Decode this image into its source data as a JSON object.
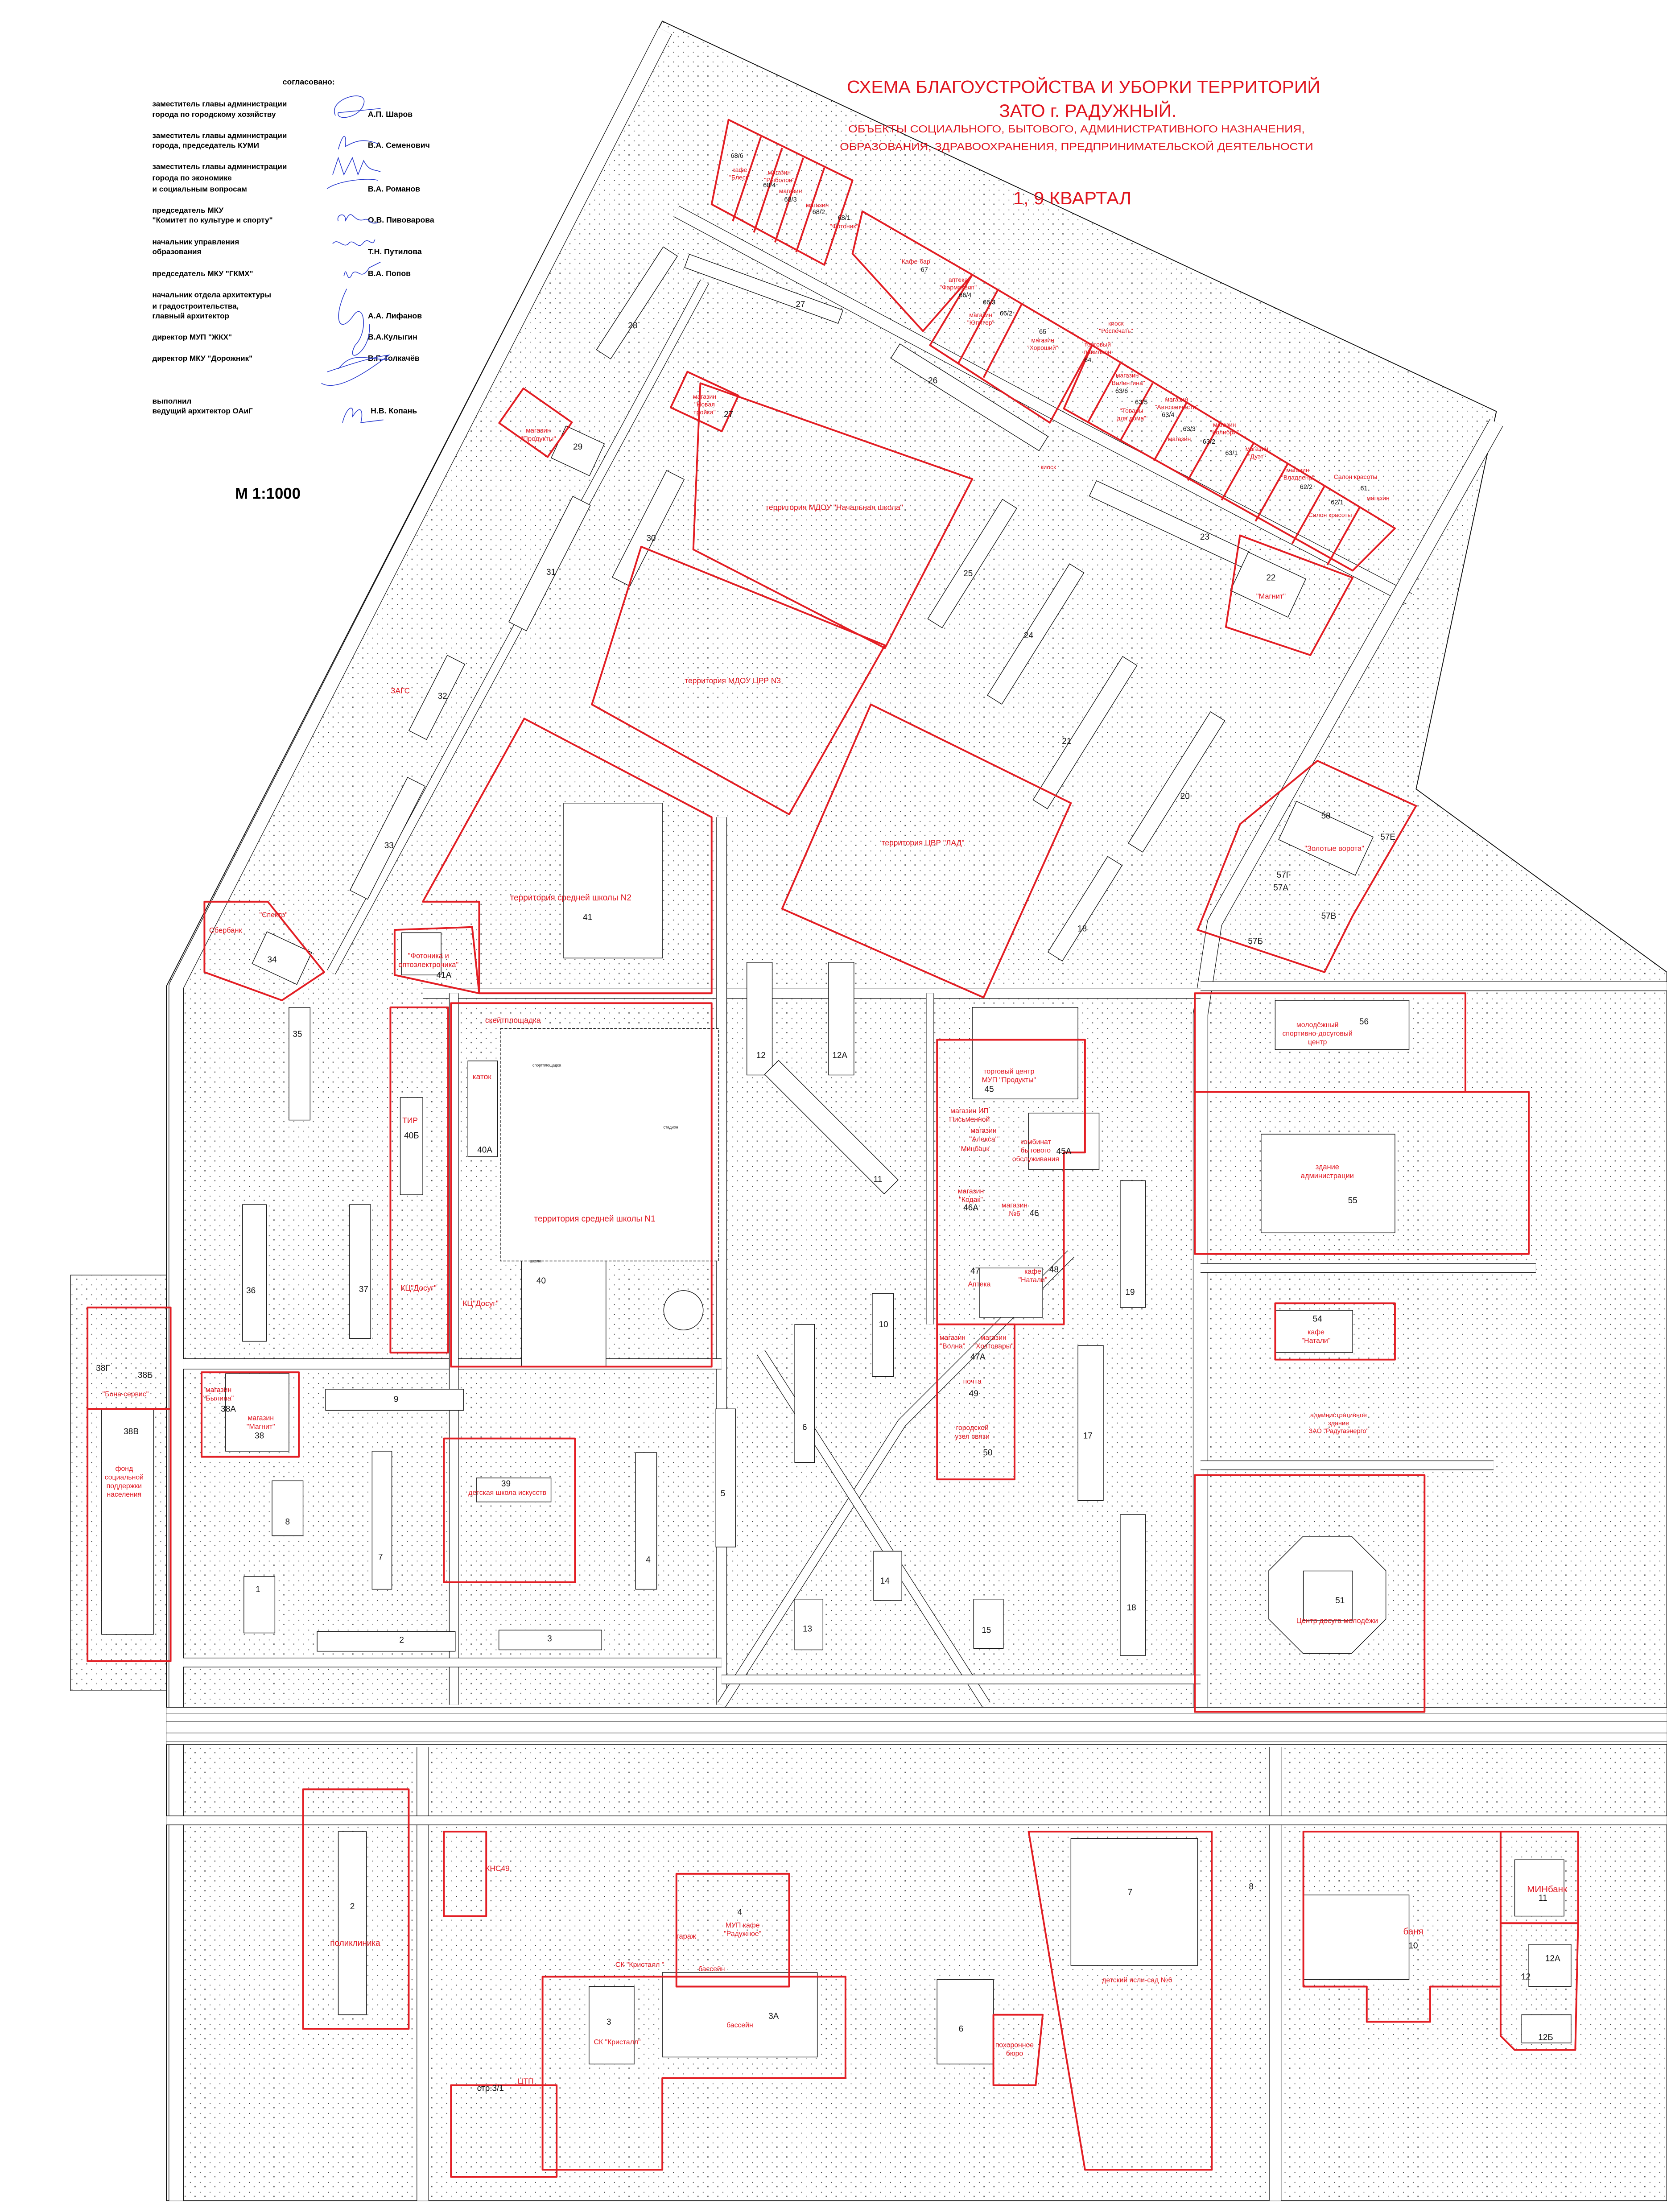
{
  "title": {
    "line1": "СХЕМА  БЛАГОУСТРОЙСТВА И УБОРКИ ТЕРРИТОРИЙ",
    "line2": "ЗАТО г. РАДУЖНЫЙ.",
    "line3": "ОБЪЕКТЫ СОЦИАЛЬНОГО,  БЫТОВОГО, АДМИНИСТРАТИВНОГО НАЗНАЧЕНИЯ,",
    "line4": "ОБРАЗОВАНИЯ, ЗДРАВООХРАНЕНИЯ, ПРЕДПРИНИМАТЕЛЬСКОЙ ДЕЯТЕЛЬНОСТИ",
    "quarter": "1, 9  КВАРТАЛ"
  },
  "approval": {
    "heading": "согласовано:",
    "signatories": [
      {
        "position": [
          "заместитель главы администрации",
          "города по городскому хозяйству"
        ],
        "name": "А.П. Шаров"
      },
      {
        "position": [
          "заместитель главы администрации",
          "города, председатель КУМИ"
        ],
        "name": "В.А. Семенович"
      },
      {
        "position": [
          "заместитель главы администрации",
          "города по экономике",
          "и социальным вопросам"
        ],
        "name": "В.А. Романов"
      },
      {
        "position": [
          "председатель МКУ",
          "\"Комитет по культуре и спорту\""
        ],
        "name": "О.В. Пивоварова"
      },
      {
        "position": [
          "начальник управления",
          "образования"
        ],
        "name": "Т.Н. Путилова"
      },
      {
        "position": [
          "председатель МКУ \"ГКМХ\""
        ],
        "name": "В.А. Попов"
      },
      {
        "position": [
          "начальник отдела архитектуры",
          "и градостроительства,",
          "главный архитектор"
        ],
        "name": "А.А. Лифанов"
      },
      {
        "position": [
          "директор МУП \"ЖКХ\""
        ],
        "name": "В.А.Кулыгин"
      },
      {
        "position": [
          "директор МКУ \"Дорожник\""
        ],
        "name": "В.Г. Толкачёв"
      }
    ],
    "executed": {
      "position": [
        "выполнил",
        "ведущий архитектор ОАиГ"
      ],
      "name": "Н.В. Копань"
    }
  },
  "scale": "М 1:1000",
  "colors": {
    "boundary": "#e31e24",
    "label": "#e0141e",
    "signature": "#2a3ccf",
    "linework": "#111111"
  },
  "map": {
    "labels": [
      {
        "lines": [
          "территория МДОУ \"Начальная школа\""
        ]
      },
      {
        "lines": [
          "территория МДОУ ЦРР N3"
        ]
      },
      {
        "lines": [
          "территория ЦВР \"ЛАД\""
        ]
      },
      {
        "lines": [
          "территория средней школы N2"
        ]
      },
      {
        "lines": [
          "территория средней школы N1"
        ]
      },
      {
        "lines": [
          "детская школа искусств"
        ]
      },
      {
        "lines": [
          "Центр досуга молодёжи"
        ]
      },
      {
        "lines": [
          "молодёжный",
          "спортивно-досуговый",
          "центр"
        ]
      },
      {
        "lines": [
          "здание",
          "администрации"
        ]
      },
      {
        "lines": [
          "кафе",
          "\"Натали\""
        ]
      },
      {
        "lines": [
          "административное",
          "здание",
          "ЗАО \"Радугаэнерго\""
        ]
      },
      {
        "lines": [
          "торговый центр",
          "МУП \"Продукты\""
        ]
      },
      {
        "lines": [
          "магазин ИП",
          "Письменной"
        ]
      },
      {
        "lines": [
          "магазин",
          "\"Алекса\""
        ]
      },
      {
        "lines": [
          "Минбанк"
        ]
      },
      {
        "lines": [
          "комбинат",
          "бытового",
          "обслуживания"
        ]
      },
      {
        "lines": [
          "магазин",
          "\"Кодак\""
        ]
      },
      {
        "lines": [
          "магазин",
          "№6"
        ]
      },
      {
        "lines": [
          "кафе",
          "\"Натали\""
        ]
      },
      {
        "lines": [
          "Аптека"
        ]
      },
      {
        "lines": [
          "магазин",
          "\"Волна\""
        ]
      },
      {
        "lines": [
          "магазин",
          "\"Хозтовары\""
        ]
      },
      {
        "lines": [
          "почта"
        ]
      },
      {
        "lines": [
          "городской",
          "узел связи"
        ]
      },
      {
        "lines": [
          "Сбербанк"
        ]
      },
      {
        "lines": [
          "\"Спектр\""
        ]
      },
      {
        "lines": [
          "ЗАГС"
        ]
      },
      {
        "lines": [
          "магазин",
          "\"Продукты\""
        ]
      },
      {
        "lines": [
          "магазин",
          "\"Новая",
          "тройка\""
        ]
      },
      {
        "lines": [
          "кафе",
          "\"Блеск\""
        ]
      },
      {
        "lines": [
          "магазин",
          "\"Рыболов\""
        ]
      },
      {
        "lines": [
          "магазин"
        ]
      },
      {
        "lines": [
          "магазин"
        ]
      },
      {
        "lines": [
          "\"Фотоник\""
        ]
      },
      {
        "lines": [
          "Кафе-бар"
        ]
      },
      {
        "lines": [
          "аптека",
          "\"Фармахелп\""
        ]
      },
      {
        "lines": [
          "магазин",
          "\"Юпитер\""
        ]
      },
      {
        "lines": [
          "магазин",
          "\"Хороший\""
        ]
      },
      {
        "lines": [
          "киоск",
          "\"Роспечать\""
        ]
      },
      {
        "lines": [
          "торговый",
          "павильон"
        ]
      },
      {
        "lines": [
          "магазин",
          "\"Валентина\""
        ]
      },
      {
        "lines": [
          "\"Товары",
          "для дома\""
        ]
      },
      {
        "lines": [
          "магазин",
          "\"Автозапчасти\""
        ]
      },
      {
        "lines": [
          "магазин"
        ]
      },
      {
        "lines": [
          "магазин",
          "\"Колибри\""
        ]
      },
      {
        "lines": [
          "магазин",
          "\"Дуэт\""
        ]
      },
      {
        "lines": [
          "магазин",
          "\"Владлена\""
        ]
      },
      {
        "lines": [
          "Салон красоты"
        ]
      },
      {
        "lines": [
          "Салон красоты"
        ]
      },
      {
        "lines": [
          "магазин"
        ]
      },
      {
        "lines": [
          "киоск"
        ]
      },
      {
        "lines": [
          "\"Магнит\""
        ]
      },
      {
        "lines": [
          "\"Золотые ворота\""
        ]
      },
      {
        "lines": [
          "\"Фотоника и",
          "оптоэлектроника\""
        ]
      },
      {
        "lines": [
          "скейтплощадка"
        ]
      },
      {
        "lines": [
          "каток"
        ]
      },
      {
        "lines": [
          "ТИР"
        ]
      },
      {
        "lines": [
          "КЦ\"Досуг\""
        ]
      },
      {
        "lines": [
          "КЦ\"Досуг\""
        ]
      },
      {
        "lines": [
          "\"Бона-сервис\""
        ]
      },
      {
        "lines": [
          "фонд",
          "социальной",
          "поддержки",
          "населения"
        ]
      },
      {
        "lines": [
          "магазин",
          "\"Былина\""
        ]
      },
      {
        "lines": [
          "магазин",
          "\"Магнит\""
        ]
      },
      {
        "lines": [
          "КНС49"
        ]
      },
      {
        "lines": [
          "гараж"
        ]
      },
      {
        "lines": [
          "МУП кафе",
          "\"Радужное\""
        ]
      },
      {
        "lines": [
          "СК \"Кристалл \""
        ]
      },
      {
        "lines": [
          "бассейн"
        ]
      },
      {
        "lines": [
          "СК \"Кристалл\""
        ]
      },
      {
        "lines": [
          "бассейн"
        ]
      },
      {
        "lines": [
          "ЦТП"
        ]
      },
      {
        "lines": [
          "похоронное",
          "бюро"
        ]
      },
      {
        "lines": [
          "детский ясли-сад №6"
        ]
      },
      {
        "lines": [
          "баня"
        ]
      },
      {
        "lines": [
          "МИНбанк"
        ]
      },
      {
        "lines": [
          "поликлиника"
        ]
      }
    ],
    "building_numbers": [
      "68/6",
      "68/4",
      "68/3",
      "68/2",
      "68/1",
      "67",
      "66/4",
      "66/3",
      "66/2",
      "65",
      "64",
      "63/6",
      "63/5",
      "63/4",
      "63/3",
      "63/2",
      "63/1",
      "62/2",
      "62/1",
      "61",
      "27",
      "28",
      "29",
      "27",
      "30",
      "26",
      "25",
      "24",
      "23",
      "22",
      "21",
      "20",
      "18",
      "31",
      "32",
      "33",
      "34",
      "35",
      "36",
      "37",
      "41",
      "41А",
      "40А",
      "40Б",
      "40",
      "12",
      "12А",
      "11",
      "10",
      "45",
      "45А",
      "46А",
      "46",
      "47",
      "48",
      "47А",
      "49",
      "50",
      "19",
      "17",
      "18",
      "56",
      "55",
      "54",
      "51",
      "58",
      "57Е",
      "57Г",
      "57А",
      "57В",
      "57Б",
      "9",
      "8",
      "7",
      "1",
      "2",
      "3",
      "4",
      "5",
      "6",
      "13",
      "14",
      "15",
      "39",
      "38",
      "38А",
      "38Г",
      "38Б",
      "38В",
      "2",
      "4",
      "3",
      "3А",
      "стр.3/1",
      "6",
      "7",
      "8",
      "10",
      "11",
      "12А",
      "12",
      "12Б"
    ],
    "small_labels": [
      "спортплощадка",
      "стадион",
      "школа"
    ]
  }
}
